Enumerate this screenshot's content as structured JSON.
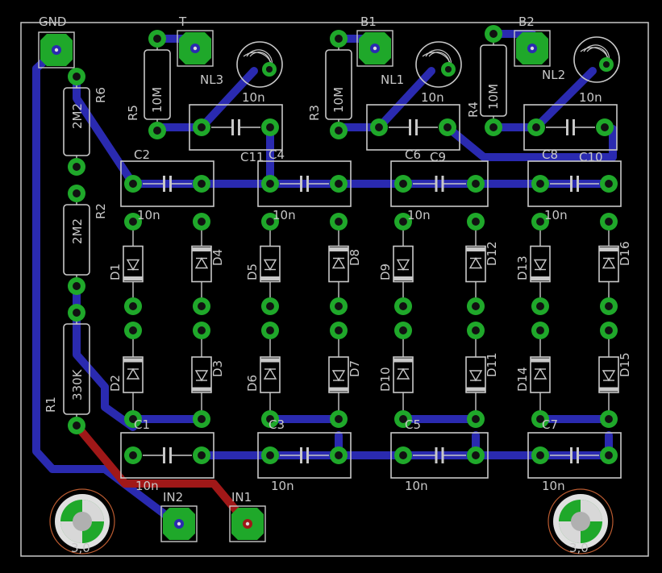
{
  "colors": {
    "background": "#000000",
    "silkscreen": "#c8c8c8",
    "bottom_copper": "#2a2ab0",
    "top_copper": "#a01818",
    "pad": "#1fa82a",
    "via_blue": "#2a2ab0"
  },
  "connectors": {
    "gnd": "GND",
    "t": "T",
    "b1": "B1",
    "b2": "B2",
    "in1": "IN1",
    "in2": "IN2"
  },
  "resistors": {
    "r1": {
      "name": "R1",
      "value": "330K"
    },
    "r2": {
      "name": "R2",
      "value": "2M2"
    },
    "r3": {
      "name": "R3",
      "value": "10M"
    },
    "r4": {
      "name": "R4",
      "value": "10M"
    },
    "r5": {
      "name": "R5",
      "value": "10M"
    },
    "r6": {
      "name": "R6",
      "value": "2M2"
    }
  },
  "neon_lamps": {
    "nl1": "NL1",
    "nl2": "NL2",
    "nl3": "NL3"
  },
  "capacitors": {
    "c1": "C1",
    "c2": "C2",
    "c3": "C3",
    "c4": "C4",
    "c5": "C5",
    "c6": "C6",
    "c7": "C7",
    "c8": "C8",
    "c9": "C9",
    "c10": "C10",
    "c11": "C11",
    "value": "10n"
  },
  "diodes": {
    "d1": "D1",
    "d2": "D2",
    "d3": "D3",
    "d4": "D4",
    "d5": "D5",
    "d6": "D6",
    "d7": "D7",
    "d8": "D8",
    "d9": "D9",
    "d10": "D10",
    "d11": "D11",
    "d12": "D12",
    "d13": "D13",
    "d14": "D14",
    "d15": "D15",
    "d16": "D16"
  },
  "mounting_holes": {
    "left": "3,0",
    "right": "3,0"
  }
}
